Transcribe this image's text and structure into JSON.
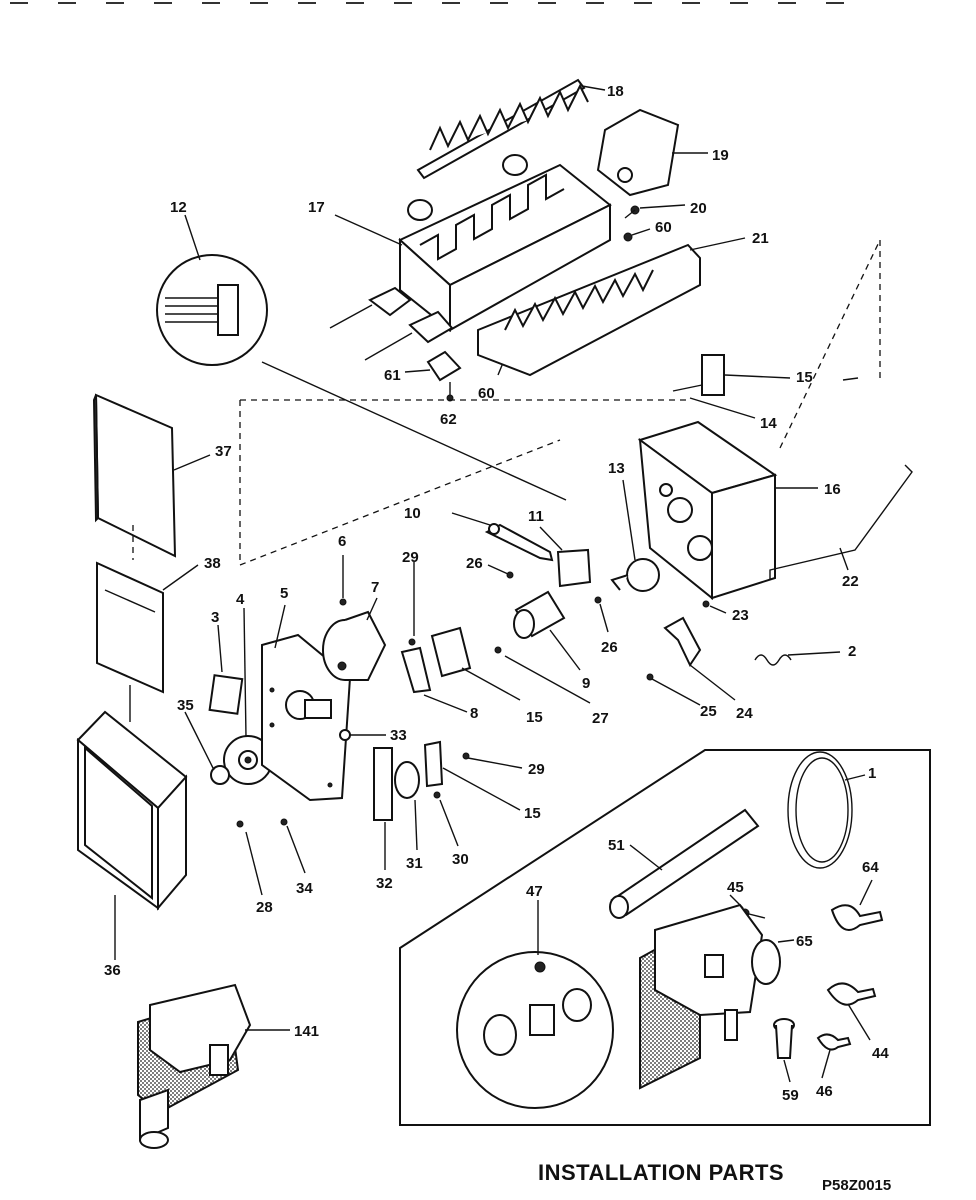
{
  "section_title": "INSTALLATION PARTS",
  "diagram_code": "P58Z0015",
  "callouts": [
    {
      "id": "n18",
      "label": "18"
    },
    {
      "id": "n19",
      "label": "19"
    },
    {
      "id": "n17",
      "label": "17"
    },
    {
      "id": "n12",
      "label": "12"
    },
    {
      "id": "n20",
      "label": "20"
    },
    {
      "id": "n60a",
      "label": "60"
    },
    {
      "id": "n21",
      "label": "21"
    },
    {
      "id": "n61",
      "label": "61"
    },
    {
      "id": "n62",
      "label": "62"
    },
    {
      "id": "n60b",
      "label": "60"
    },
    {
      "id": "n15a",
      "label": "15"
    },
    {
      "id": "n14",
      "label": "14"
    },
    {
      "id": "n37",
      "label": "37"
    },
    {
      "id": "n13",
      "label": "13"
    },
    {
      "id": "n16",
      "label": "16"
    },
    {
      "id": "n10",
      "label": "10"
    },
    {
      "id": "n11",
      "label": "11"
    },
    {
      "id": "n22",
      "label": "22"
    },
    {
      "id": "n6",
      "label": "6"
    },
    {
      "id": "n29a",
      "label": "29"
    },
    {
      "id": "n26a",
      "label": "26"
    },
    {
      "id": "n38",
      "label": "38"
    },
    {
      "id": "n23",
      "label": "23"
    },
    {
      "id": "n4",
      "label": "4"
    },
    {
      "id": "n5",
      "label": "5"
    },
    {
      "id": "n7",
      "label": "7"
    },
    {
      "id": "n3",
      "label": "3"
    },
    {
      "id": "n26b",
      "label": "26"
    },
    {
      "id": "n2",
      "label": "2"
    },
    {
      "id": "n9",
      "label": "9"
    },
    {
      "id": "n35",
      "label": "35"
    },
    {
      "id": "n8",
      "label": "8"
    },
    {
      "id": "n15b",
      "label": "15"
    },
    {
      "id": "n27",
      "label": "27"
    },
    {
      "id": "n25",
      "label": "25"
    },
    {
      "id": "n24",
      "label": "24"
    },
    {
      "id": "n33",
      "label": "33"
    },
    {
      "id": "n29b",
      "label": "29"
    },
    {
      "id": "n1",
      "label": "1"
    },
    {
      "id": "n15c",
      "label": "15"
    },
    {
      "id": "n51",
      "label": "51"
    },
    {
      "id": "n64",
      "label": "64"
    },
    {
      "id": "n32",
      "label": "32"
    },
    {
      "id": "n31",
      "label": "31"
    },
    {
      "id": "n30",
      "label": "30"
    },
    {
      "id": "n34",
      "label": "34"
    },
    {
      "id": "n28",
      "label": "28"
    },
    {
      "id": "n47",
      "label": "47"
    },
    {
      "id": "n45",
      "label": "45"
    },
    {
      "id": "n65",
      "label": "65"
    },
    {
      "id": "n36",
      "label": "36"
    },
    {
      "id": "n141",
      "label": "141"
    },
    {
      "id": "n44",
      "label": "44"
    },
    {
      "id": "n59",
      "label": "59"
    },
    {
      "id": "n46",
      "label": "46"
    }
  ]
}
